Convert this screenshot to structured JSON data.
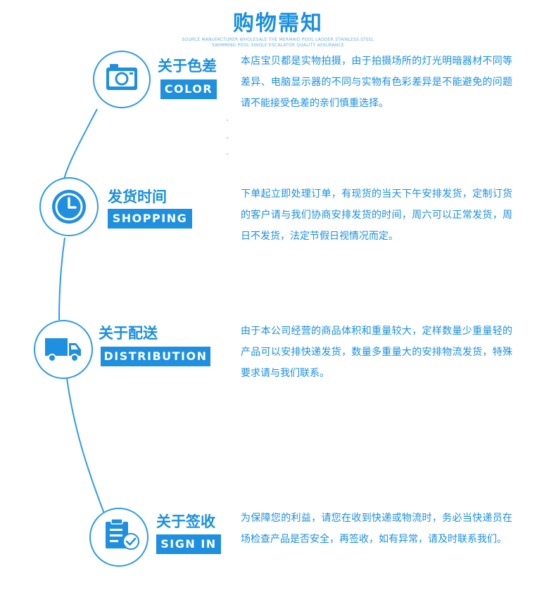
{
  "header": {
    "title": "购物需知",
    "subtitle_line1": "SOURCE MANUFACTURER WHOLESALE THE MERMAID POOL LADDER STAINLESS STEEL",
    "subtitle_line2": "SWIMMING POOL SINGLE ESCALATOR QUALITY ASSURANCE"
  },
  "colors": {
    "accent": "#1f8fe0",
    "text": "#1a8fe0",
    "line": "#2f9be6"
  },
  "sections": [
    {
      "title": "关于色差",
      "badge": "COLOR",
      "icon": "camera-icon",
      "text": "本店宝贝都是实物拍摄，由于拍摄场所的灯光明暗器材不同等差异、电脑显示器的不同与实物有色彩差异是不能避免的问题请不能接受色差的亲们慎重选择。"
    },
    {
      "title": "发货时间",
      "badge": "SHOPPING",
      "icon": "clock-icon",
      "text": "下单起立即处理订单，有现货的当天下午安排发货，定制订货的客户请与我们协商安排发货的时间，周六可以正常发货，周日不发货，法定节假日视情况而定。"
    },
    {
      "title": "关于配送",
      "badge": "DISTRIBUTION",
      "icon": "truck-icon",
      "text": "由于本公司经营的商品体积和重量较大，定样数量少重量轻的产品可以安排快递发货，数量多重量大的安排物流发货，特殊要求请与我们联系。"
    },
    {
      "title": "关于签收",
      "badge": "SIGN IN",
      "icon": "clipboard-check-icon",
      "text": "为保障您的利益，请您在收到快递或物流时，务必当快递员在场检查产品是否安全，再签收，如有异常，请及时联系我们。"
    }
  ]
}
